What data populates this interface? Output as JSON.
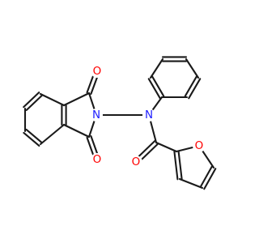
{
  "molecule": {
    "atoms": [
      {
        "id": "O1",
        "element": "O",
        "label": "O",
        "color": "#ff0000"
      },
      {
        "id": "N_imide",
        "element": "N",
        "label": "N",
        "color": "#1f1fff"
      },
      {
        "id": "N_amide",
        "element": "N",
        "label": "N",
        "color": "#1f1fff"
      },
      {
        "id": "O2",
        "element": "O",
        "label": "O",
        "color": "#ff0000"
      },
      {
        "id": "O_amide",
        "element": "O",
        "label": "O",
        "color": "#ff0000"
      },
      {
        "id": "O_furan",
        "element": "O",
        "label": "O",
        "color": "#ff0000"
      }
    ],
    "bond_color": "#1a1a1a"
  }
}
